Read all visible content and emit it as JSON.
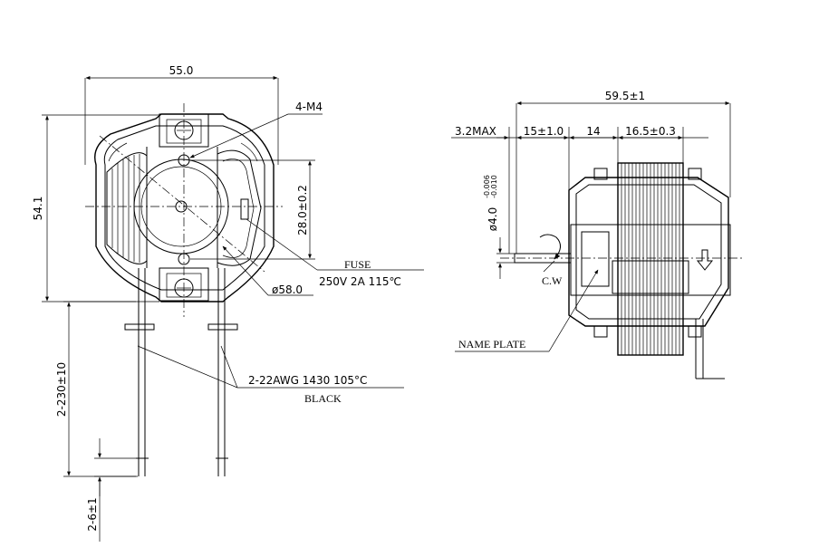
{
  "front_view": {
    "width_dim": "55.0",
    "height_dim": "54.1",
    "screw_label": "4-M4",
    "hole_spacing_dim": "28.0±0.2",
    "fuse_title": "FUSE",
    "fuse_rating": "250V  2A  115℃",
    "diameter_dim": "ø58.0",
    "lead_length_dim": "2-230±10",
    "lead_strip_dim": "2-6±1",
    "lead_wire_spec": "2-22AWG  1430  105°C",
    "lead_color": "BLACK"
  },
  "side_view": {
    "total_length_dim": "59.5±1",
    "dim_max": "3.2MAX",
    "dim_a": "15±1.0",
    "dim_b": "14",
    "dim_c": "16.5±0.3",
    "shaft_dim": "ø4.0",
    "shaft_tol_upper": "-0.006",
    "shaft_tol_lower": "-0.010",
    "rotation_label": "C.W",
    "nameplate_label": "NAME PLATE"
  }
}
